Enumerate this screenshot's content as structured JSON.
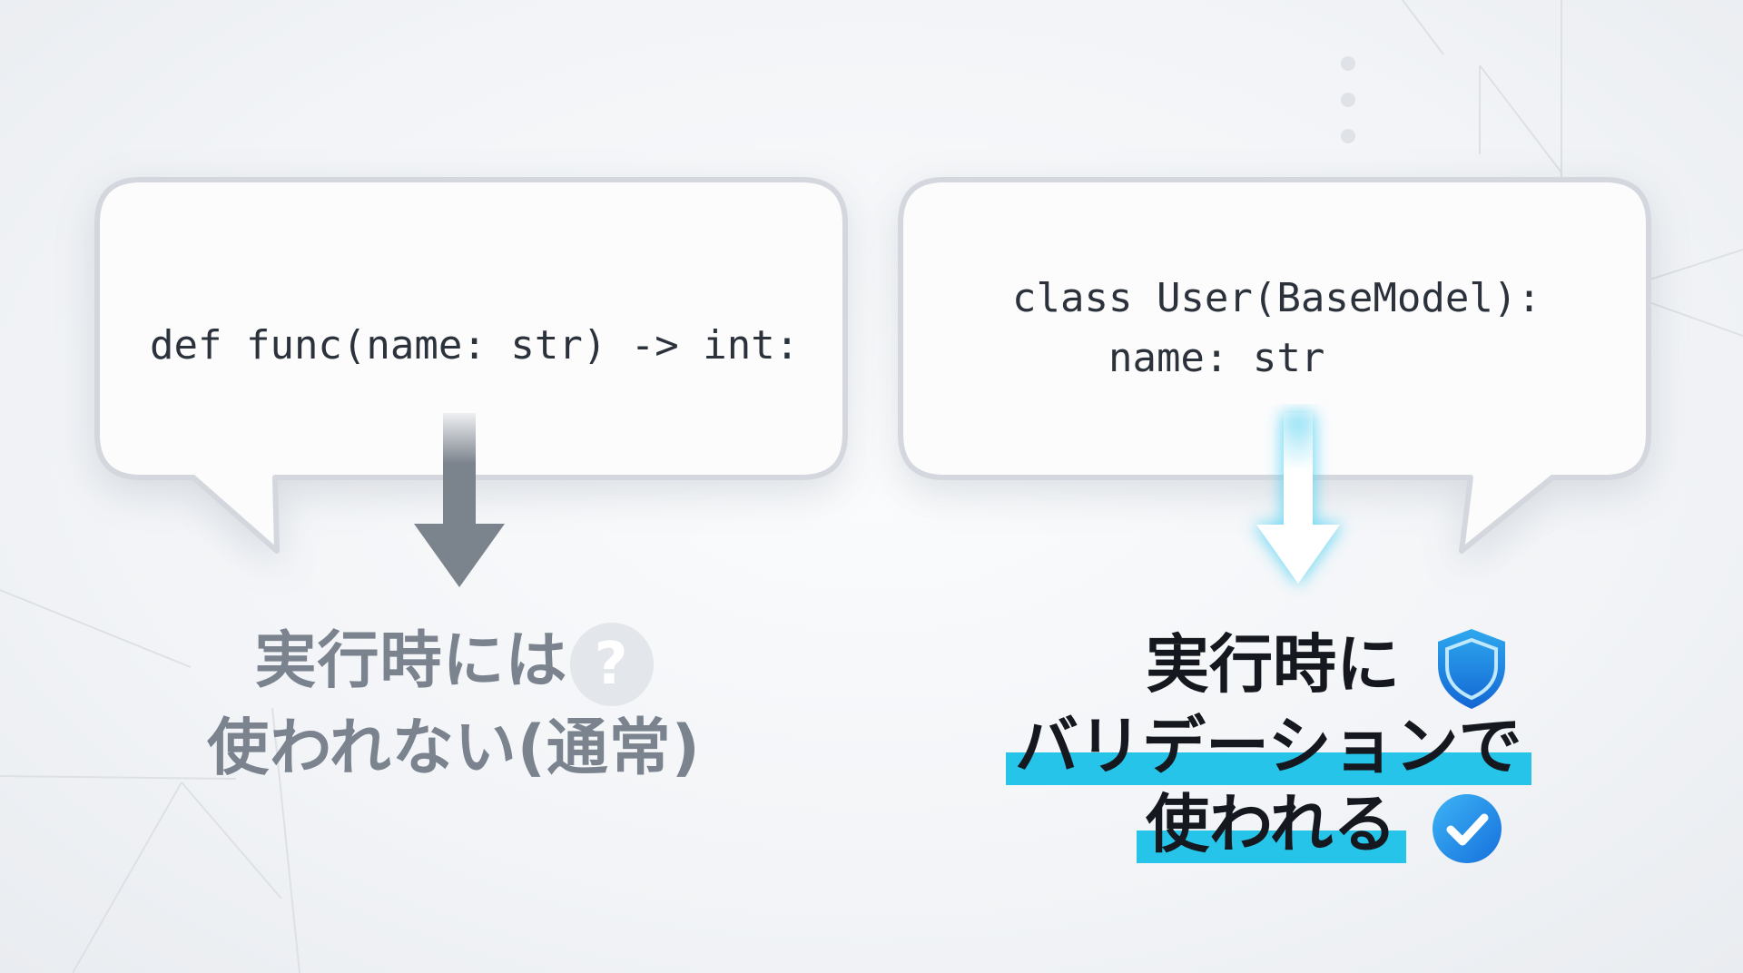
{
  "left_panel": {
    "code": "def func(name: str) -> int:",
    "caption_line1": "実行時には",
    "caption_line2": "使われない(通常)",
    "badge_glyph": "?",
    "arrow_color": "#7b838d"
  },
  "right_panel": {
    "code_line1": "class User(BaseModel):",
    "code_line2": "    name: str",
    "caption_line1": "実行時に",
    "caption_line2": "バリデーションで",
    "caption_line3": "使われる",
    "highlight_color": "#26c4e8",
    "arrow_glow_color": "#5cd3f2"
  },
  "icons": {
    "left_badge": "question-mark-icon",
    "right_badge_1": "shield-icon",
    "right_badge_2": "checkmark-icon"
  }
}
